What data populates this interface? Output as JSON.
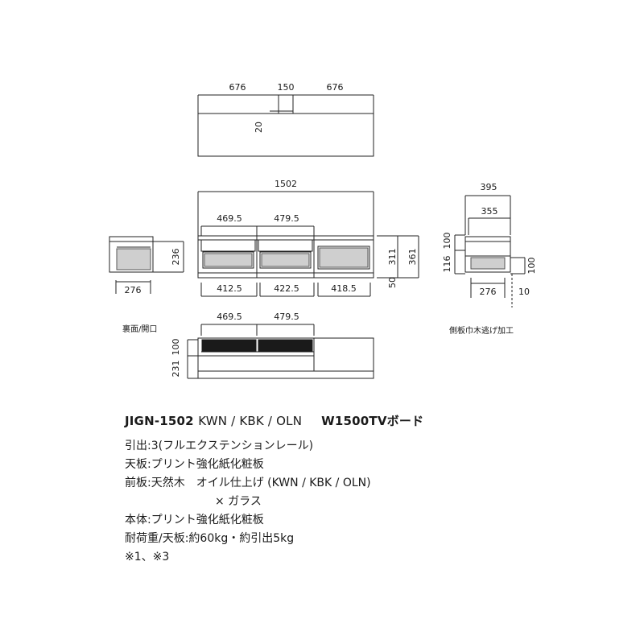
{
  "dimensions": {
    "top_view": [
      "676",
      "150",
      "676",
      "20"
    ],
    "front_view": [
      "1502",
      "469.5",
      "479.5",
      "311",
      "361",
      "50",
      "412.5",
      "422.5",
      "418.5"
    ],
    "left_side_view": [
      "236",
      "276"
    ],
    "right_side_view": [
      "395",
      "355",
      "100",
      "116",
      "100",
      "276",
      "10"
    ],
    "back_view": [
      "469.5",
      "479.5",
      "100",
      "231"
    ]
  },
  "notes": {
    "back_view": "裏面/開口",
    "side_view": "側板巾木逃げ加工"
  },
  "product": {
    "model": "JIGN-1502",
    "variants": "KWN / KBK / OLN",
    "name": "W1500TVボード"
  },
  "specs": [
    "引出:3(フルエクステンションレール)",
    "天板:プリント強化紙化粧板",
    "前板:天然木　オイル仕上げ (KWN / KBK / OLN)",
    "× ガラス",
    "本体:プリント強化紙化粧板",
    "耐荷重/天板:約60kg・約引出5kg",
    "※1、※3"
  ]
}
